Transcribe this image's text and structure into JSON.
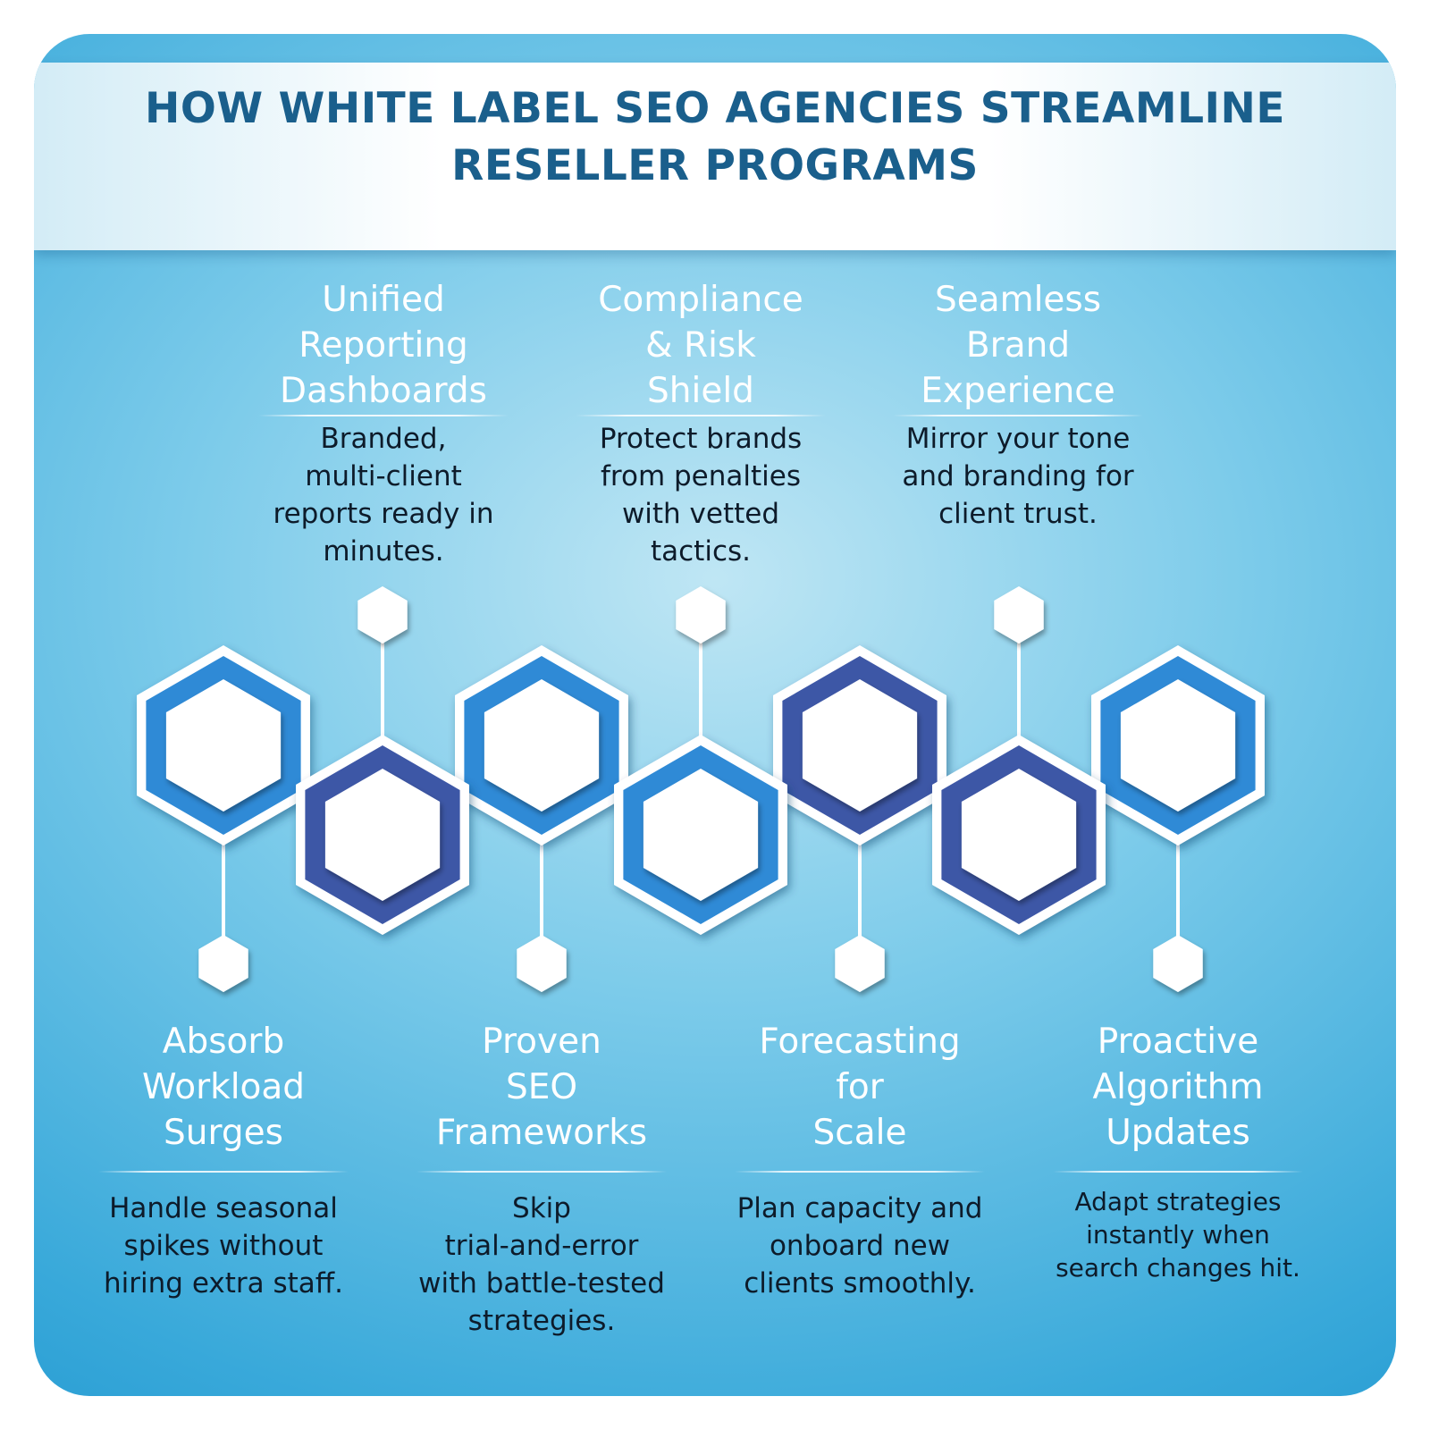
{
  "title": {
    "line1": "HOW WHITE LABEL SEO AGENCIES STREAMLINE",
    "line2": "RESELLER PROGRAMS"
  },
  "colors": {
    "title_text": "#1a5f8c",
    "hex_ring_light": "#2f8ad6",
    "hex_ring_dark": "#3d57a6",
    "connector": "#ffffff"
  },
  "top_items": [
    {
      "heading": [
        "Unified",
        "Reporting",
        "Dashboards"
      ],
      "description": [
        "Branded,",
        "multi-client",
        "reports ready in",
        "minutes."
      ]
    },
    {
      "heading": [
        "Compliance",
        "& Risk",
        "Shield"
      ],
      "description": [
        "Protect brands",
        "from penalties",
        "with vetted",
        "tactics."
      ]
    },
    {
      "heading": [
        "Seamless",
        "Brand",
        "Experience"
      ],
      "description": [
        "Mirror your tone",
        "and branding for",
        "client trust."
      ]
    }
  ],
  "bottom_items": [
    {
      "heading": [
        "Absorb",
        "Workload",
        "Surges"
      ],
      "description": [
        "Handle seasonal",
        "spikes without",
        "hiring extra staff."
      ]
    },
    {
      "heading": [
        "Proven",
        "SEO",
        "Frameworks"
      ],
      "description": [
        "Skip",
        "trial-and-error",
        "with battle-tested",
        "strategies."
      ]
    },
    {
      "heading": [
        "Forecasting",
        "for",
        "Scale"
      ],
      "description": [
        "Plan capacity and",
        "onboard new",
        "clients smoothly."
      ]
    },
    {
      "heading": [
        "Proactive",
        "Algorithm",
        "Updates"
      ],
      "description": [
        "Adapt strategies",
        "instantly when",
        "search changes hit."
      ]
    }
  ]
}
